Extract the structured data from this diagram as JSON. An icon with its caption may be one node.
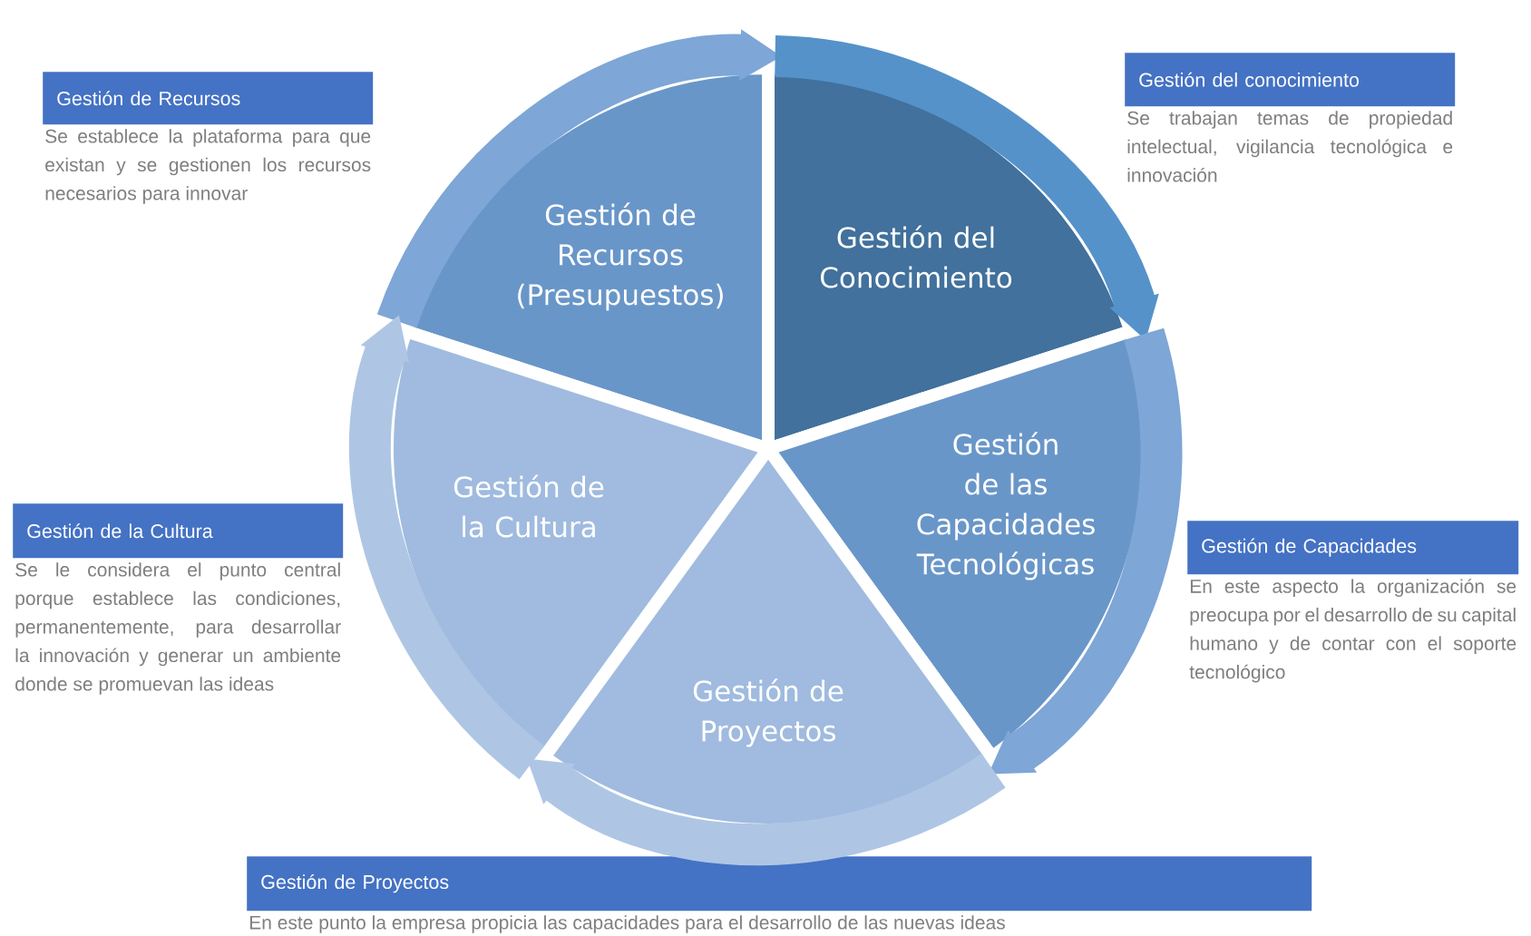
{
  "diagram": {
    "nodes": [
      {
        "text": [
          "Gestión de Recursos",
          "Se establece la plataforma para que existan y se gestionen los recursos necesarios para innovar"
        ]
      },
      {
        "text": [
          "Gestión del conocimiento",
          "Se trabajan temas de propiedad intelectual, vigilancia tecnológica e innovación"
        ]
      },
      {
        "text": [
          "Gestión de Recursos (Presupuestos)"
        ]
      },
      {
        "text": [
          "Gestión del Conocimiento"
        ]
      },
      {
        "text": [
          "Gestión de la Cultura"
        ]
      },
      {
        "text": [
          "Gestión de las Capacidades Tecnológicas"
        ]
      },
      {
        "text": [
          "Gestión de la Cultura",
          "Se le considera el punto central porque establece las condiciones, permanentemente, para desarrollar la innovación y generar un ambiente donde se promuevan las ideas"
        ]
      },
      {
        "text": [
          "Gestión de Capacidades",
          "En este aspecto la organización se preocupa por el desarrollo de su capital humano y de contar con el soporte tecnológico"
        ]
      },
      {
        "text": [
          "Gestión de Proyectos"
        ]
      },
      {
        "text": [
          "Gestión de Proyectos",
          "En este punto la empresa propicia las capacidades para el desarrollo de las nuevas ideas"
        ]
      }
    ],
    "edges": [
      {
        "from": 2,
        "to": 3,
        "arrow": "to",
        "color": "#7ea6d6"
      },
      {
        "from": 3,
        "to": 5,
        "arrow": "to",
        "color": "#5592ca"
      },
      {
        "from": 5,
        "to": 8,
        "arrow": "to",
        "color": "#7ea6d6"
      },
      {
        "from": 8,
        "to": 4,
        "arrow": "to",
        "color": "#aec6e4"
      },
      {
        "from": 4,
        "to": 2,
        "arrow": "to",
        "color": "#aec6e4"
      }
    ]
  }
}
